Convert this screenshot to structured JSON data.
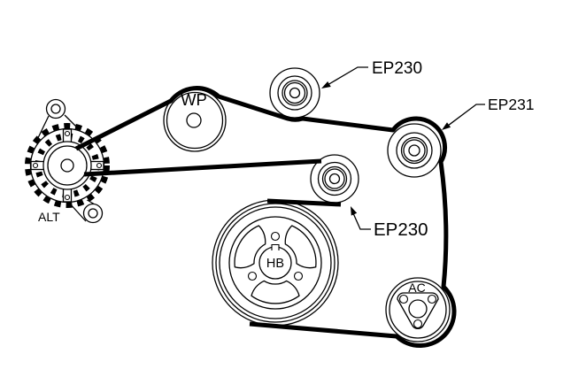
{
  "diagram": {
    "type": "engine-drive-belt-routing",
    "colors": {
      "line": "#000000",
      "belt": "#000000",
      "background": "#ffffff"
    },
    "pulleys": [
      {
        "id": "alternator",
        "label": "ALT"
      },
      {
        "id": "water-pump",
        "label": "WP"
      },
      {
        "id": "harmonic-balancer",
        "label": "HB"
      },
      {
        "id": "ac-compressor",
        "label": "AC"
      }
    ],
    "callouts": [
      {
        "id": "idler-pulley-top",
        "label": "EP230"
      },
      {
        "id": "idler-pulley-right",
        "label": "EP231"
      },
      {
        "id": "idler-pulley-center",
        "label": "EP230"
      }
    ]
  }
}
